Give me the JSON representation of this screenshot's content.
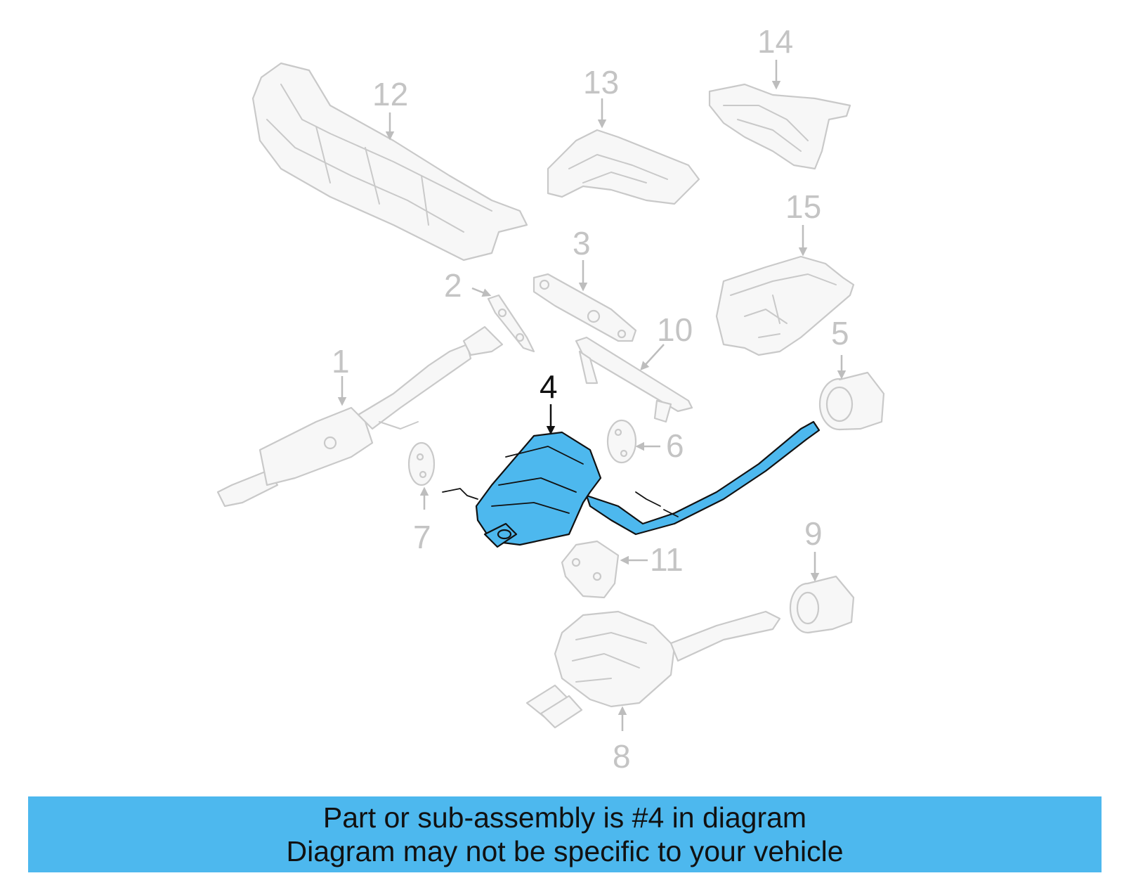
{
  "diagram": {
    "callouts": [
      "1",
      "2",
      "3",
      "4",
      "5",
      "6",
      "7",
      "8",
      "9",
      "10",
      "11",
      "12",
      "13",
      "14",
      "15"
    ],
    "highlighted_part": "4",
    "colors": {
      "highlight": "#4db8ee",
      "ghost_part": "#c9c9c9",
      "banner": "#4db8ee"
    }
  },
  "banner": {
    "line1": "Part or sub-assembly is #4 in diagram",
    "line2": "Diagram may not be specific to your vehicle"
  }
}
